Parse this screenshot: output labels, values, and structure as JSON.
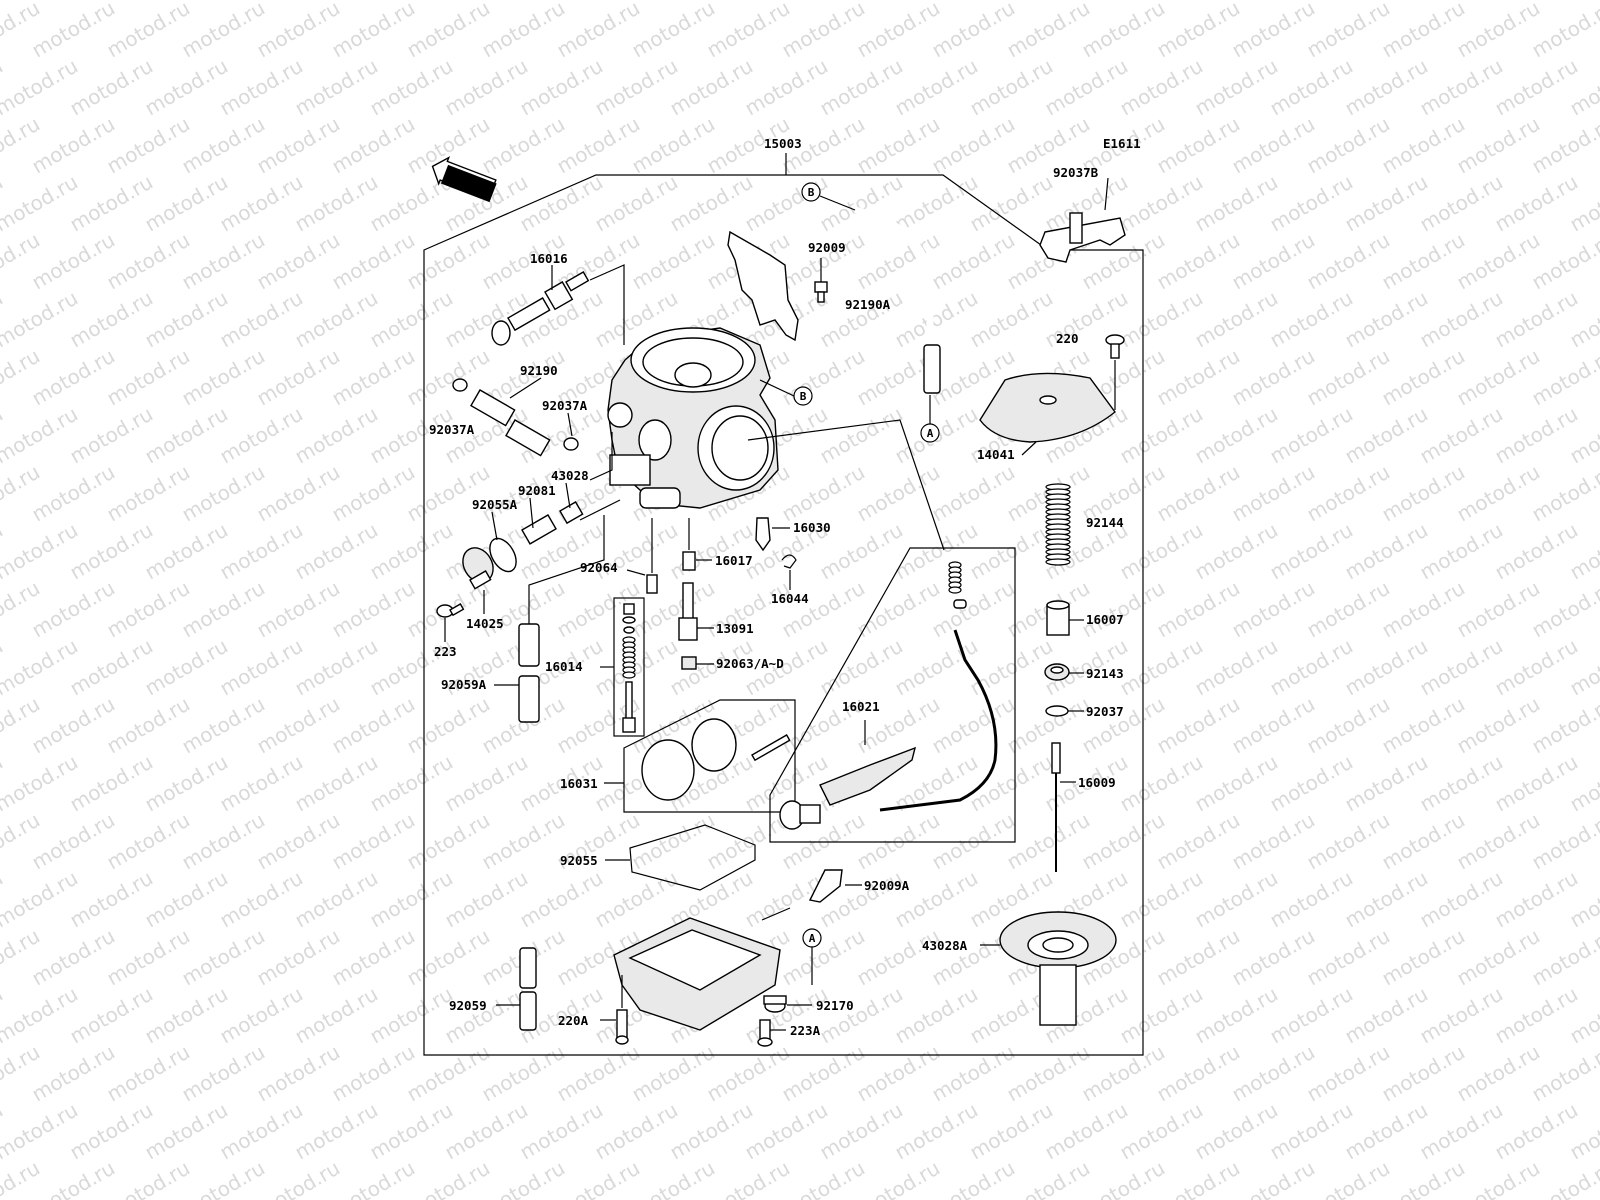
{
  "diagram": {
    "figure_code": "E1611",
    "front_arrow_label": "FRONT",
    "watermark_text": "motod.ru",
    "callout_markers": [
      "B",
      "B",
      "A",
      "A"
    ],
    "labels": {
      "l15003": "15003",
      "l92037B": "92037B",
      "l16016": "16016",
      "l92009": "92009",
      "l92190A": "92190A",
      "l220": "220",
      "l92190": "92190",
      "l92037A_left": "92037A",
      "l92037A": "92037A",
      "l43028": "43028",
      "l92081": "92081",
      "l92055A": "92055A",
      "l14041": "14041",
      "l16030": "16030",
      "l92144": "92144",
      "l16017": "16017",
      "l92064": "92064",
      "l16044": "16044",
      "l14025": "14025",
      "l16007": "16007",
      "l13091": "13091",
      "l223": "223",
      "l16014": "16014",
      "l92063": "92063/A~D",
      "l92143": "92143",
      "l92059A": "92059A",
      "l92037": "92037",
      "l16021": "16021",
      "l16009": "16009",
      "l16031": "16031",
      "l92055": "92055",
      "l92009A": "92009A",
      "l43028A": "43028A",
      "l92170": "92170",
      "l92059": "92059",
      "l220A": "220A",
      "l223A": "223A"
    }
  }
}
